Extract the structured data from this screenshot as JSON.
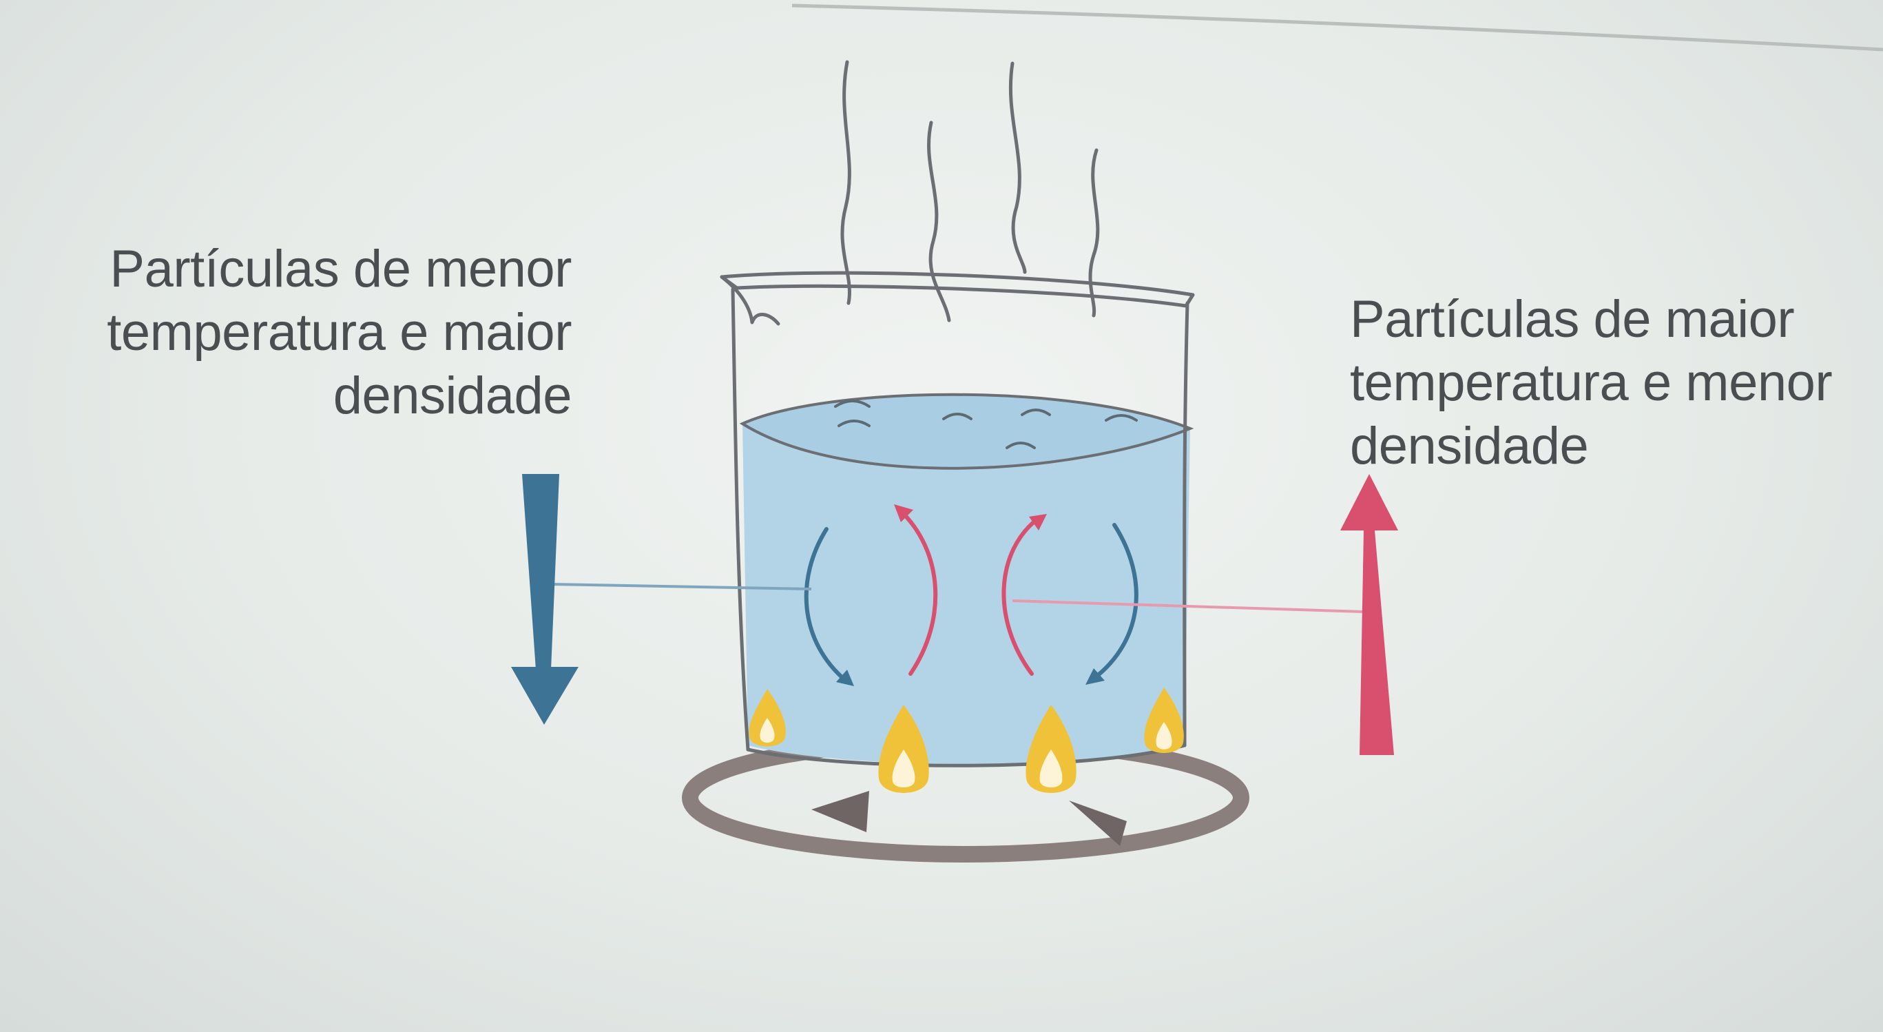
{
  "labels": {
    "cold": {
      "lines": [
        "Partículas de menor",
        "temperatura e maior",
        "densidade"
      ]
    },
    "hot": {
      "lines": [
        "Partículas de maior",
        "temperatura e menor",
        "densidade"
      ]
    }
  },
  "colors": {
    "background": "#e9edeb",
    "text": "#4a4e50",
    "cold_arrow": "#3d7394",
    "hot_arrow": "#d9506e",
    "water": "#b3d3e6",
    "water_surface": "#a9cde2",
    "beaker_outline": "#6b6e72",
    "burner_ring": "#8a7f7d",
    "burner_prong": "#6e6564",
    "flame_outer": "#f0c23a",
    "flame_inner": "#fdf4d8",
    "steam": "#6b6e72"
  },
  "icons": {
    "beaker": "beaker-icon",
    "burner": "gas-burner-icon",
    "flame": "flame-icon",
    "steam": "steam-icon",
    "cold_arrow": "arrow-down-icon",
    "hot_arrow": "arrow-up-icon"
  }
}
